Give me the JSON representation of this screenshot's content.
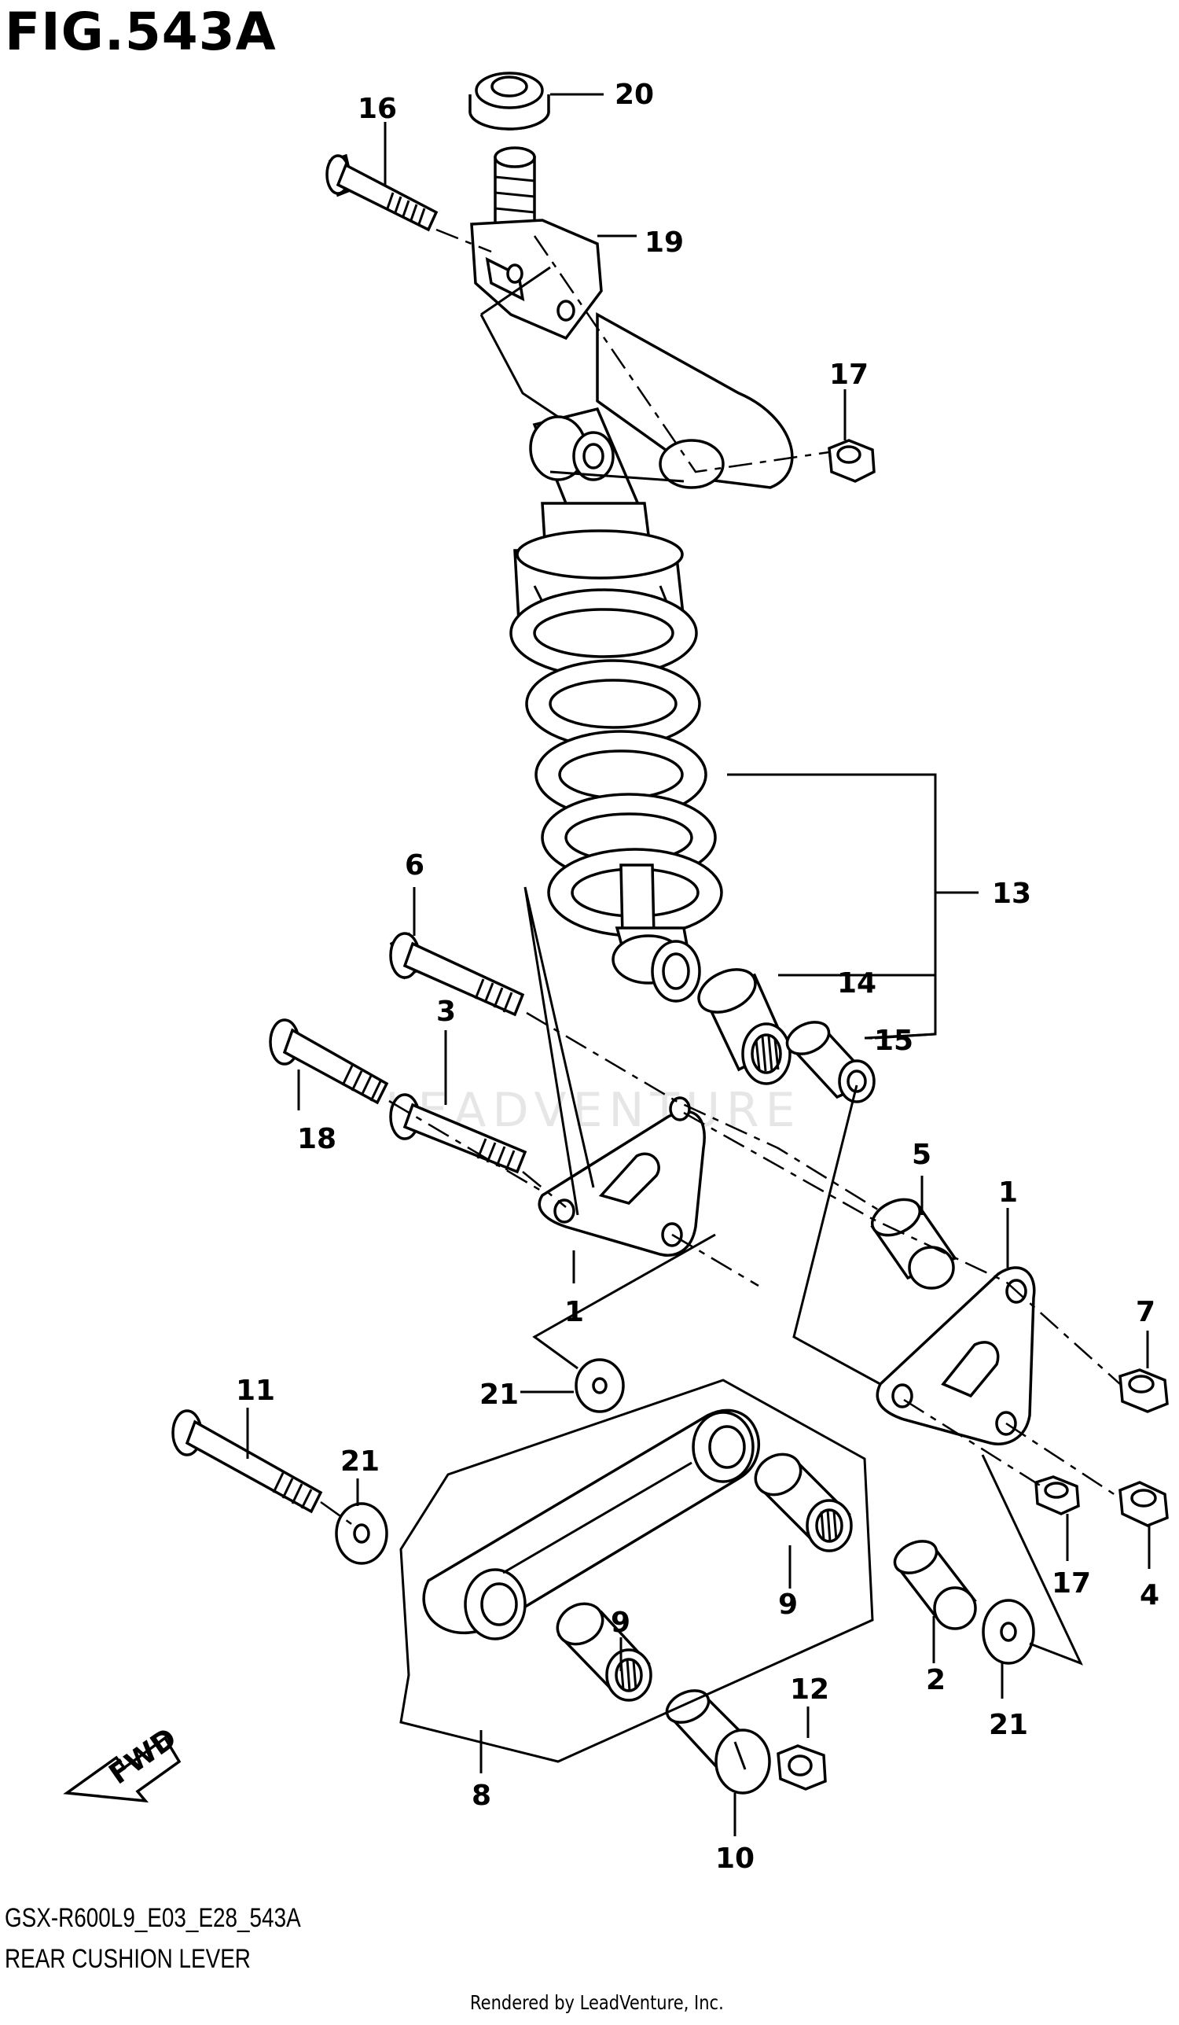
{
  "header": {
    "figure_title": "FIG.543A"
  },
  "footer": {
    "model_code": "GSX-R600L9_E03_E28_543A",
    "section_name": "REAR CUSHION LEVER",
    "render_credit": "Rendered by LeadVenture, Inc."
  },
  "watermark": {
    "text": "LEADVENTURE"
  },
  "direction_marker": {
    "text": "FWD"
  },
  "callouts": [
    "1",
    "1",
    "2",
    "3",
    "4",
    "5",
    "6",
    "7",
    "8",
    "9",
    "9",
    "10",
    "11",
    "12",
    "13",
    "14",
    "15",
    "16",
    "17",
    "17",
    "18",
    "19",
    "20",
    "21",
    "21",
    "21"
  ]
}
